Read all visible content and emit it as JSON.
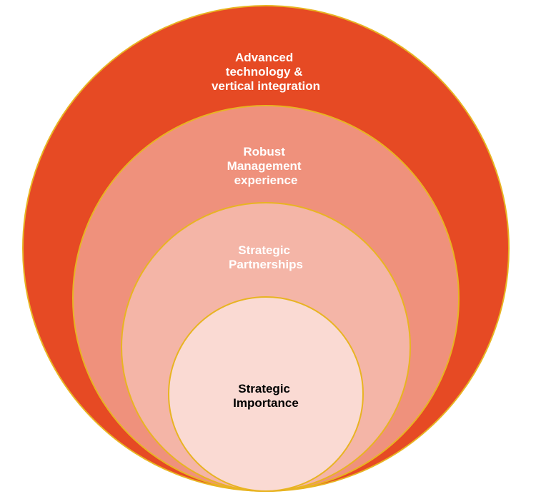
{
  "diagram": {
    "circles": [
      {
        "id": "outer",
        "lines": [
          "Advanced",
          "technology &",
          "vertical integration"
        ],
        "fill": "#E64A24",
        "stroke": "#E8B422",
        "text_color": "#FFFFFF"
      },
      {
        "id": "second",
        "lines": [
          "Robust",
          "Management",
          "experience"
        ],
        "fill": "#EF917C",
        "stroke": "#E8B422",
        "text_color": "#FFFFFF"
      },
      {
        "id": "third",
        "lines": [
          "Strategic",
          "Partnerships"
        ],
        "fill": "#F4B5A7",
        "stroke": "#E8B422",
        "text_color": "#FFFFFF"
      },
      {
        "id": "inner",
        "lines": [
          "Strategic",
          "Importance"
        ],
        "fill": "#FADAD3",
        "stroke": "#E8B422",
        "text_color": "#000000"
      }
    ]
  }
}
